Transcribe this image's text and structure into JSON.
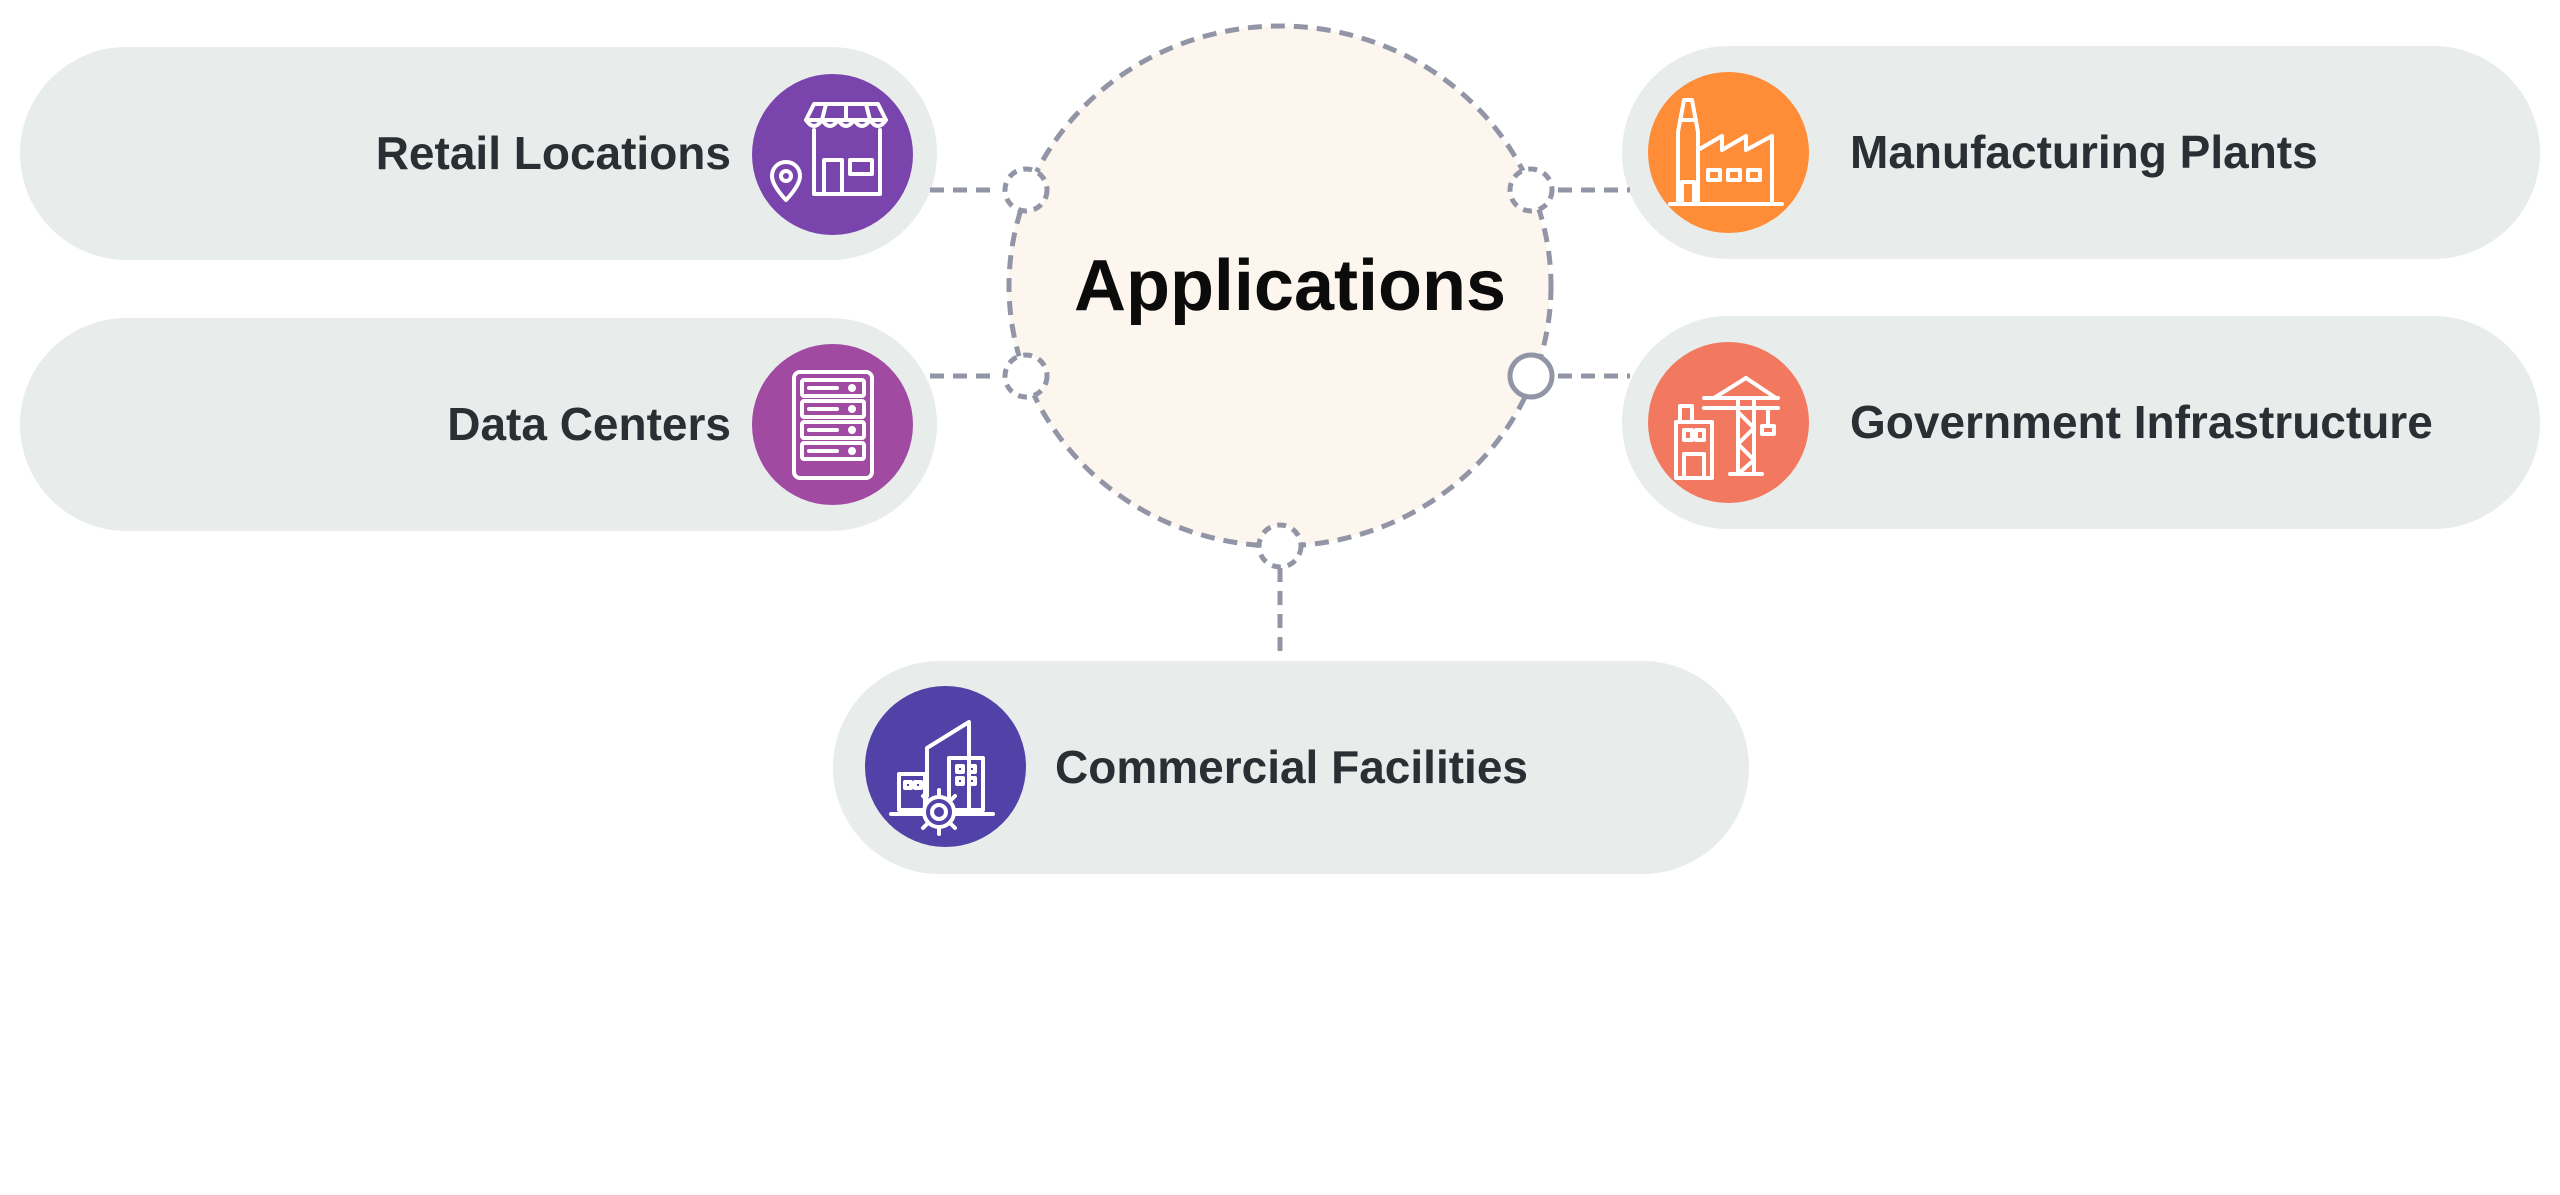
{
  "diagram": {
    "center_title": "Applications",
    "items": {
      "retail": {
        "label": "Retail Locations",
        "icon": "storefront-location-icon",
        "color": "#7a44ad"
      },
      "data_centers": {
        "label": "Data Centers",
        "icon": "server-rack-icon",
        "color": "#a04aa1"
      },
      "manufacturing": {
        "label": "Manufacturing Plants",
        "icon": "factory-icon",
        "color": "#ff8c37"
      },
      "government": {
        "label": "Government Infrastructure",
        "icon": "construction-crane-icon",
        "color": "#f27860"
      },
      "commercial": {
        "label": "Commercial Facilities",
        "icon": "office-buildings-gear-icon",
        "color": "#5242a8"
      }
    },
    "colors": {
      "pill_background": "#e8edec",
      "hub_fill": "#fcf6ef",
      "connector": "#9295a6",
      "label_text": "#2a2f33"
    }
  }
}
